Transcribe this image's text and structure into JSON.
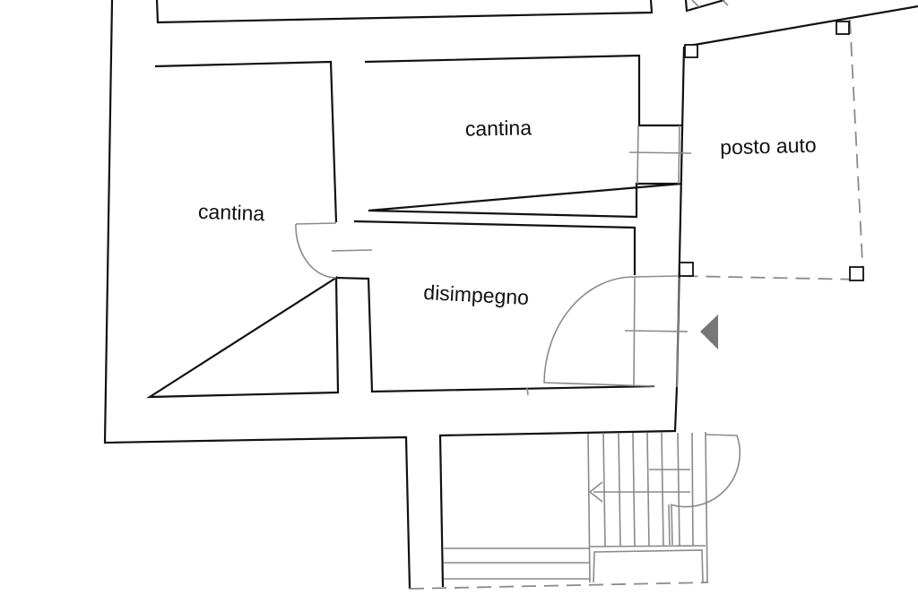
{
  "rooms": {
    "cantina_upper": "cantina",
    "cantina_left": "cantina",
    "posto_auto": "posto auto",
    "disimpegno": "disimpegno"
  },
  "colors": {
    "walls": "#111111",
    "secondary_lines": "#8a8a8a",
    "arrow": "#777777",
    "background": "#ffffff"
  }
}
